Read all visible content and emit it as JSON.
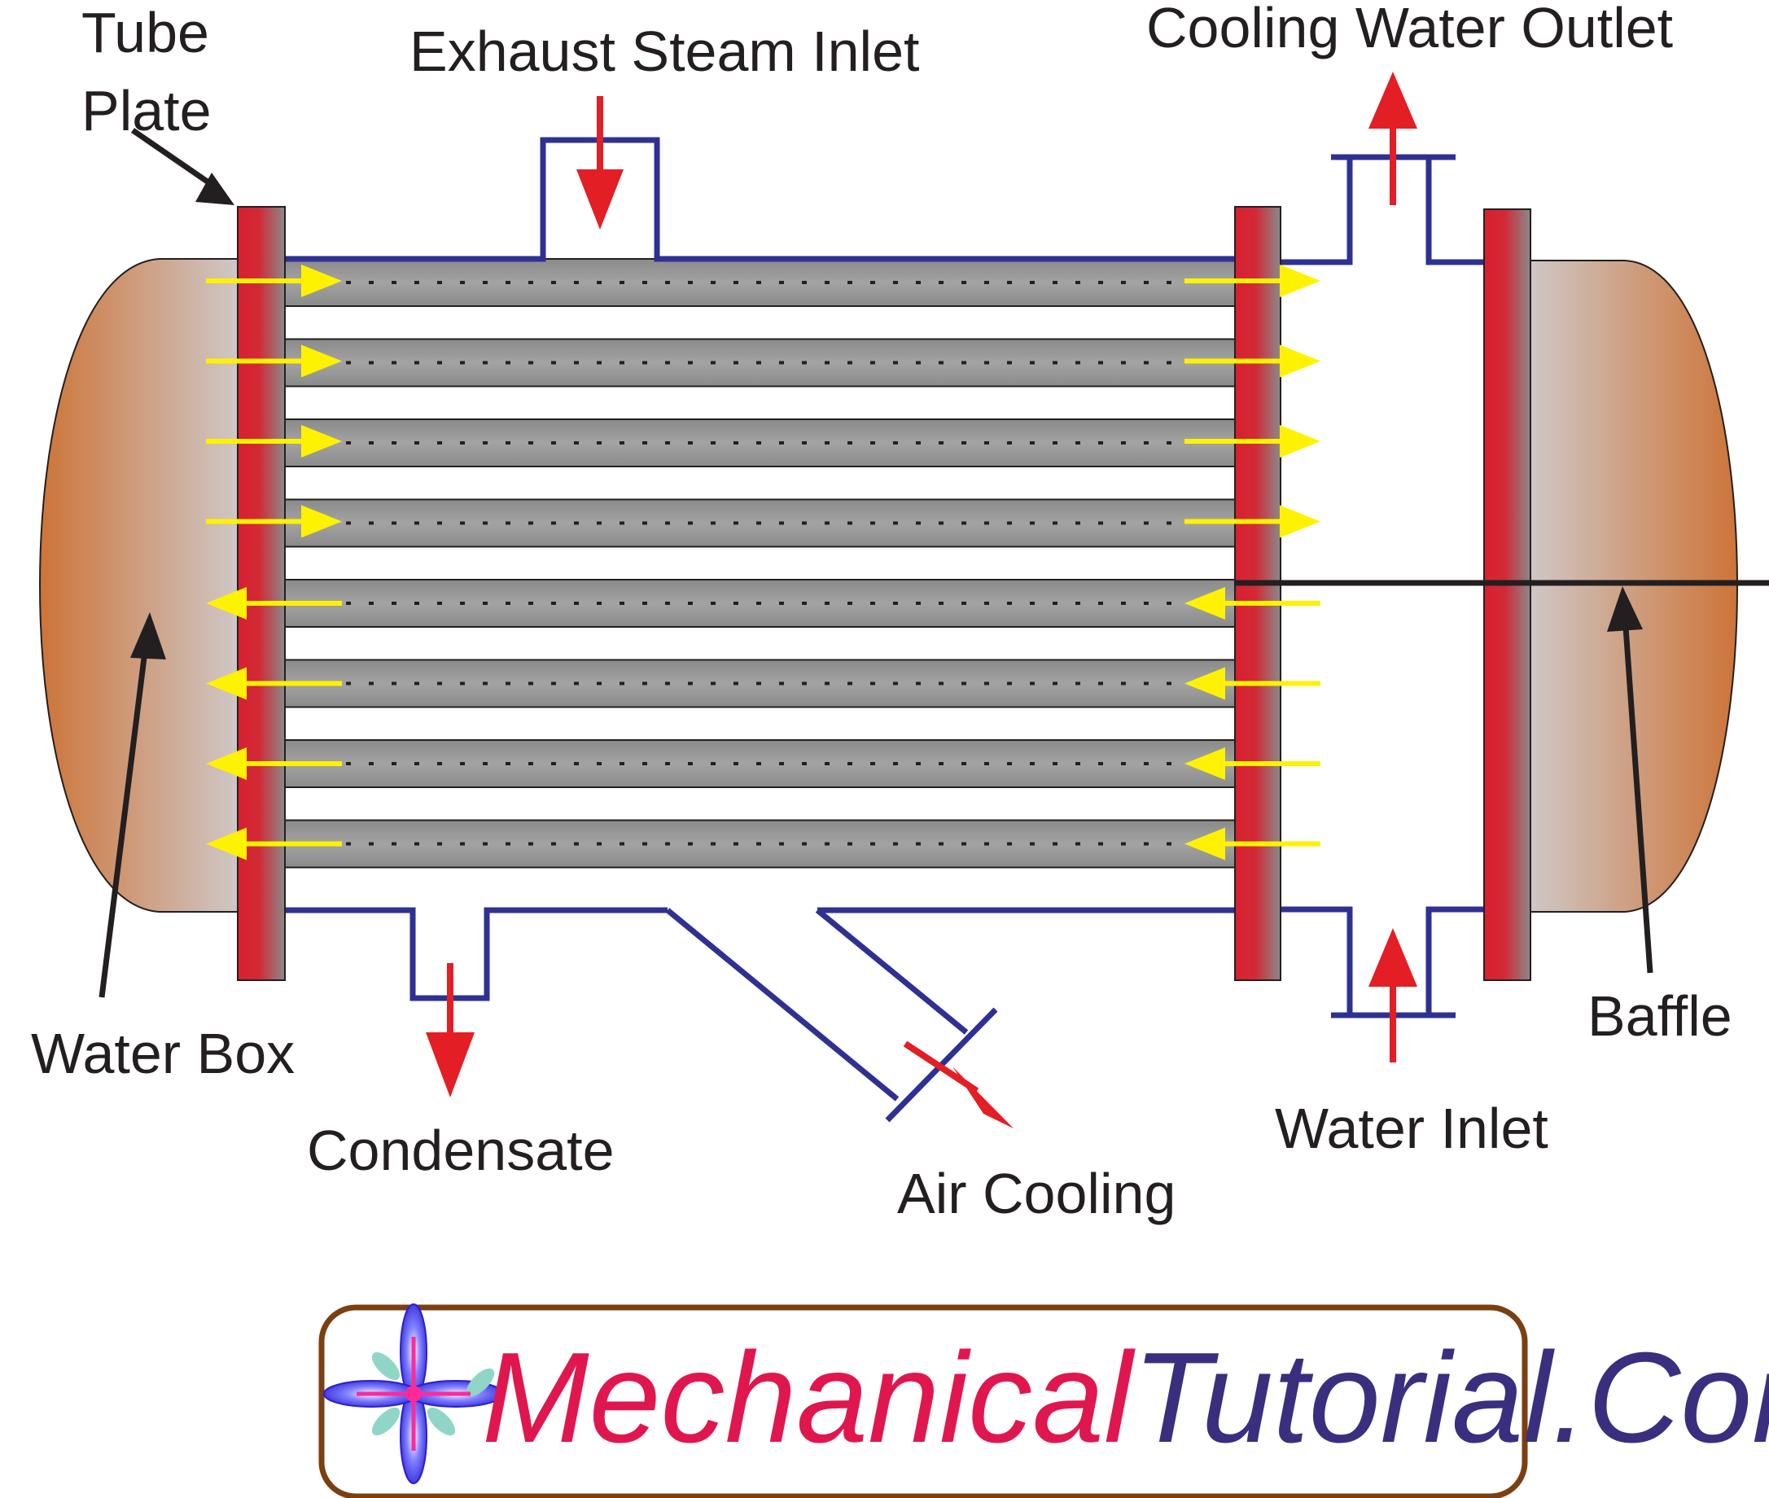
{
  "labels": {
    "tube_plate_line1": "Tube",
    "tube_plate_line2": "Plate",
    "exhaust_steam_inlet": "Exhaust Steam Inlet",
    "cooling_water_outlet": "Cooling Water Outlet",
    "water_box": "Water Box",
    "condensate": "Condensate",
    "air_cooling": "Air Cooling",
    "water_inlet": "Water Inlet",
    "baffle": "Baffle"
  },
  "brand": {
    "part1": "Mechanical",
    "part2": "Tutorial.Com"
  },
  "colors": {
    "flow_arrow": "#e31e24",
    "water_arrow": "#fff200",
    "pipe_outline": "#2e3192",
    "tube": "#8e8e8e",
    "tube_plate": "#d92030",
    "water_box": "#c97a45",
    "brand_part1": "#e0174f",
    "brand_part2": "#3a2f7e",
    "brand_border": "#7b3f12"
  },
  "tube_count": 8
}
